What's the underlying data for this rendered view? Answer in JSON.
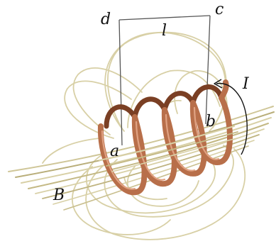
{
  "labels": {
    "corner_d": "d",
    "corner_c": "c",
    "corner_a": "a",
    "corner_b": "b",
    "side_length": "l",
    "current": "I",
    "field": "B"
  },
  "colors": {
    "field_lines": "#d8d0a6",
    "field_lines_dark": "#9a8f5c",
    "coil_copper": "#b86f4a",
    "coil_highlight": "#e0a282",
    "coil_shadow": "#7a3f24",
    "loop_path": "#555555",
    "arrow": "#111111",
    "text": "#111111"
  }
}
